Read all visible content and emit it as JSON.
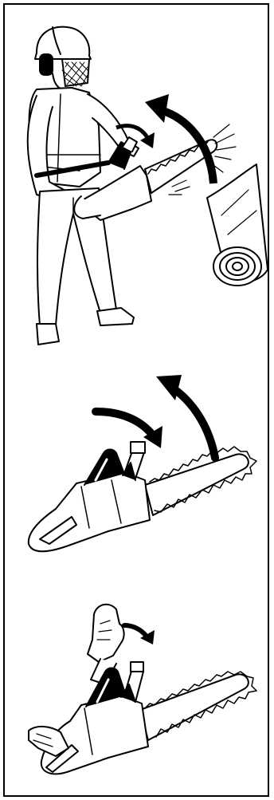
{
  "document": {
    "type": "safety-illustration-sheet",
    "colors": {
      "ink": "#000000",
      "paper": "#ffffff"
    },
    "figures": [
      {
        "id": "operator-kickback",
        "icons": [
          "operator-icon",
          "chainsaw-icon",
          "log-icon",
          "kickback-arrow-icon",
          "hand-motion-arrow-icon"
        ]
      },
      {
        "id": "chainsaw-kickback-chainbrake",
        "icons": [
          "chainsaw-icon",
          "chain-brake-arrow-icon",
          "kickback-arrow-icon"
        ]
      },
      {
        "id": "hand-activating-chainbrake",
        "icons": [
          "chainsaw-icon",
          "hand-icon",
          "chain-brake-arrow-icon"
        ]
      }
    ]
  }
}
